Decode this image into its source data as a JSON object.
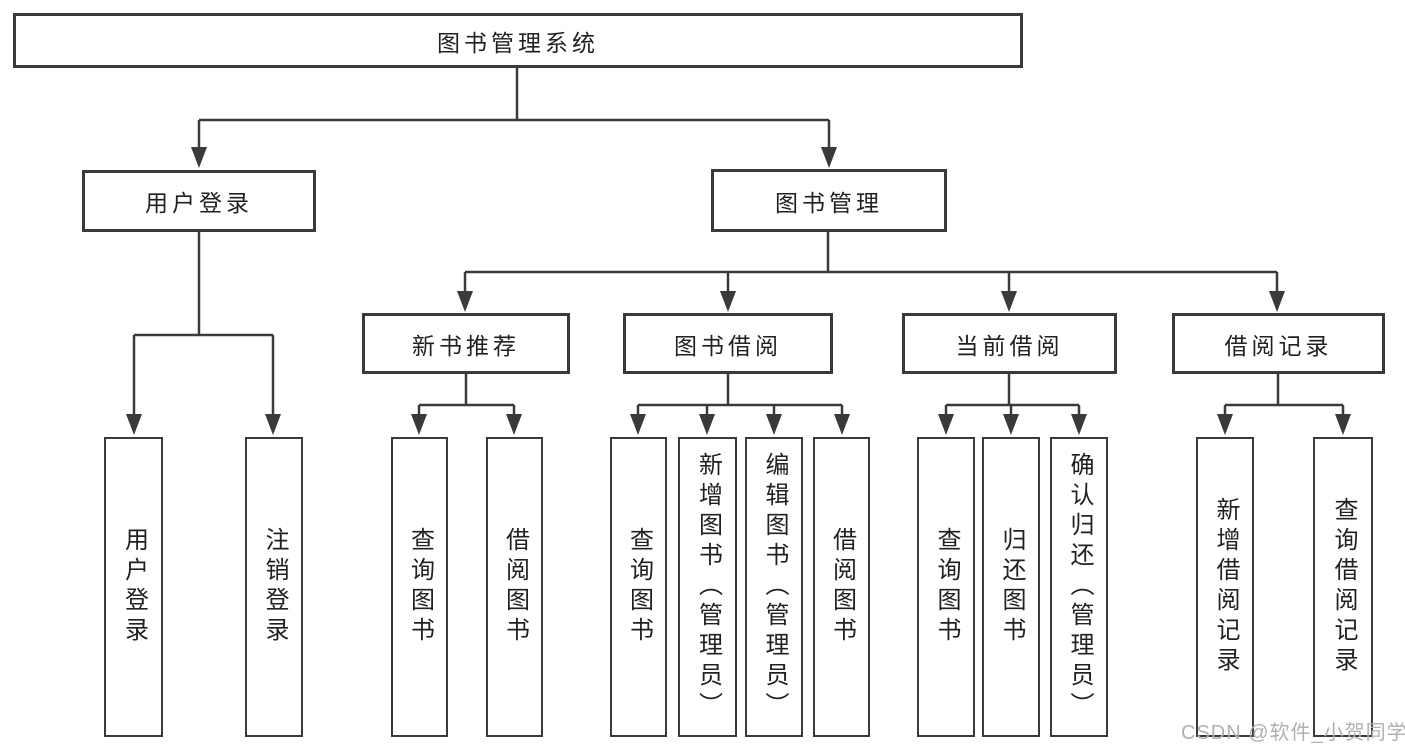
{
  "diagram": {
    "root": {
      "label": "图书管理系统",
      "children": [
        {
          "label": "用户登录",
          "children": [
            {
              "label": "用户登录"
            },
            {
              "label": "注销登录"
            }
          ]
        },
        {
          "label": "图书管理",
          "children": [
            {
              "label": "新书推荐",
              "children": [
                {
                  "label": "查询图书"
                },
                {
                  "label": "借阅图书"
                }
              ]
            },
            {
              "label": "图书借阅",
              "children": [
                {
                  "label": "查询图书"
                },
                {
                  "label": "新增图书（管理员）"
                },
                {
                  "label": "编辑图书（管理员）"
                },
                {
                  "label": "借阅图书"
                }
              ]
            },
            {
              "label": "当前借阅",
              "children": [
                {
                  "label": "查询图书"
                },
                {
                  "label": "归还图书"
                },
                {
                  "label": "确认归还（管理员）"
                }
              ]
            },
            {
              "label": "借阅记录",
              "children": [
                {
                  "label": "新增借阅记录"
                },
                {
                  "label": "查询借阅记录"
                }
              ]
            }
          ]
        }
      ]
    }
  },
  "watermark": "CSDN @软件_小贺同学",
  "colors": {
    "line": "#3a3a3a",
    "text": "#212121",
    "watermark": "#b0b0b0",
    "background": "#ffffff"
  }
}
